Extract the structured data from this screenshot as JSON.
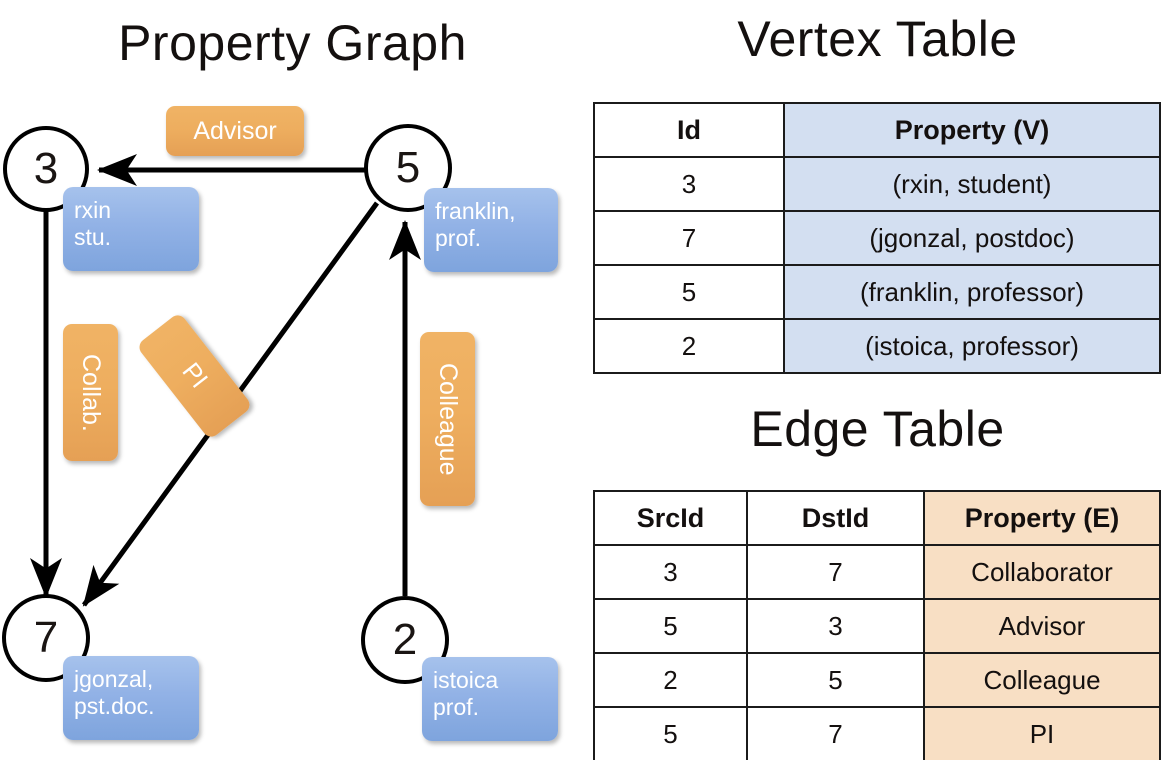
{
  "titles": {
    "property_graph": "Property Graph",
    "vertex_table": "Vertex Table",
    "edge_table": "Edge Table"
  },
  "graph": {
    "nodes": [
      {
        "id": "3",
        "label": "3",
        "property_lines": [
          "rxin",
          "stu."
        ]
      },
      {
        "id": "5",
        "label": "5",
        "property_lines": [
          "franklin,",
          "prof."
        ]
      },
      {
        "id": "7",
        "label": "7",
        "property_lines": [
          "jgonzal,",
          "pst.doc."
        ]
      },
      {
        "id": "2",
        "label": "2",
        "property_lines": [
          "istoica",
          "prof."
        ]
      }
    ],
    "edge_labels": [
      {
        "name": "advisor",
        "text": "Advisor",
        "orientation": "horizontal"
      },
      {
        "name": "collab",
        "text": "Collab.",
        "orientation": "vertical"
      },
      {
        "name": "pi",
        "text": "PI",
        "orientation": "diagonal"
      },
      {
        "name": "colleague",
        "text": "Colleague",
        "orientation": "vertical"
      }
    ],
    "arrows": [
      {
        "from": "5",
        "to": "3",
        "label": "Advisor"
      },
      {
        "from": "3",
        "to": "7",
        "label": "Collab."
      },
      {
        "from": "5",
        "to": "7",
        "label": "PI"
      },
      {
        "from": "2",
        "to": "5",
        "label": "Colleague"
      }
    ]
  },
  "vertex_table": {
    "headers": [
      "Id",
      "Property (V)"
    ],
    "rows": [
      {
        "id": "3",
        "property": "(rxin, student)"
      },
      {
        "id": "7",
        "property": "(jgonzal, postdoc)"
      },
      {
        "id": "5",
        "property": "(franklin, professor)"
      },
      {
        "id": "2",
        "property": "(istoica, professor)"
      }
    ]
  },
  "edge_table": {
    "headers": [
      "SrcId",
      "DstId",
      "Property (E)"
    ],
    "rows": [
      {
        "src": "3",
        "dst": "7",
        "property": "Collaborator"
      },
      {
        "src": "5",
        "dst": "3",
        "property": "Advisor"
      },
      {
        "src": "2",
        "dst": "5",
        "property": "Colleague"
      },
      {
        "src": "5",
        "dst": "7",
        "property": "PI"
      }
    ]
  },
  "colors": {
    "vertex_property_bg": "#d3dff1",
    "edge_property_bg": "#f8dfc4",
    "vertex_box_blue": "#92b2e6",
    "edge_label_orange": "#eeae5f",
    "ink": "#14100f"
  }
}
